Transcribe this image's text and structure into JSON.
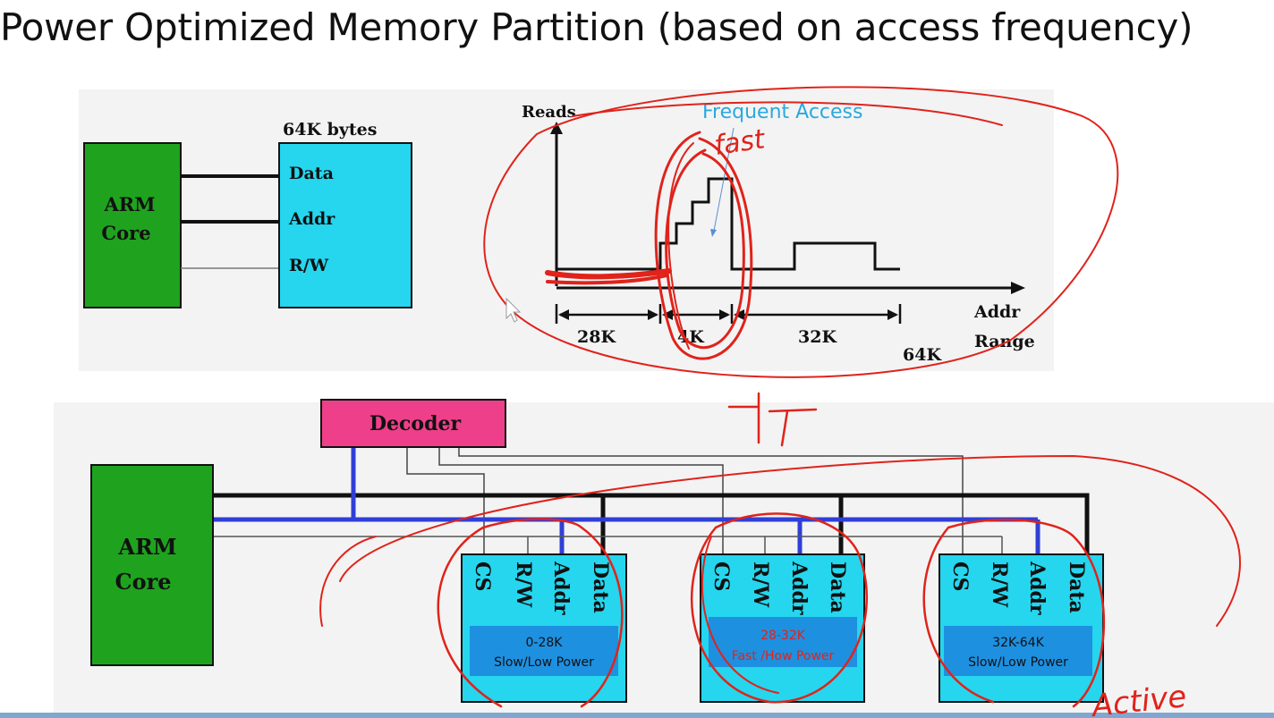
{
  "title": "Power Optimized Memory Partition (based on access frequency)",
  "top_diagram": {
    "arm_core": [
      "ARM",
      "Core"
    ],
    "memory_size": "64K bytes",
    "memory_ports": [
      "Data",
      "Addr",
      "R/W"
    ]
  },
  "access_graph": {
    "y_axis": "Reads",
    "x_axis": [
      "Addr",
      "Range"
    ],
    "annotation": "Frequent Access",
    "segments": [
      "28K",
      "4K",
      "32K"
    ],
    "total": "64K"
  },
  "bottom_diagram": {
    "decoder": "Decoder",
    "arm_core": [
      "ARM",
      "Core"
    ],
    "memory_ports": [
      "CS",
      "R/W",
      "Addr",
      "Data"
    ],
    "banks": [
      {
        "range": "0-28K",
        "type": "Slow/Low Power"
      },
      {
        "range": "28-32K",
        "type": "Fast /How Power"
      },
      {
        "range": "32K-64K",
        "type": "Slow/Low Power"
      }
    ]
  },
  "handwriting": {
    "fast": "fast",
    "active": "Active",
    "it": "IT"
  },
  "colors": {
    "arm_core": "#1fa31f",
    "memory": "#25d6ee",
    "decoder": "#ee3f8a",
    "bank_label": "#1e90e0",
    "address_bus": "#2f3fd6",
    "annotation": "#2aa8e0",
    "pen": "#e0231b"
  }
}
